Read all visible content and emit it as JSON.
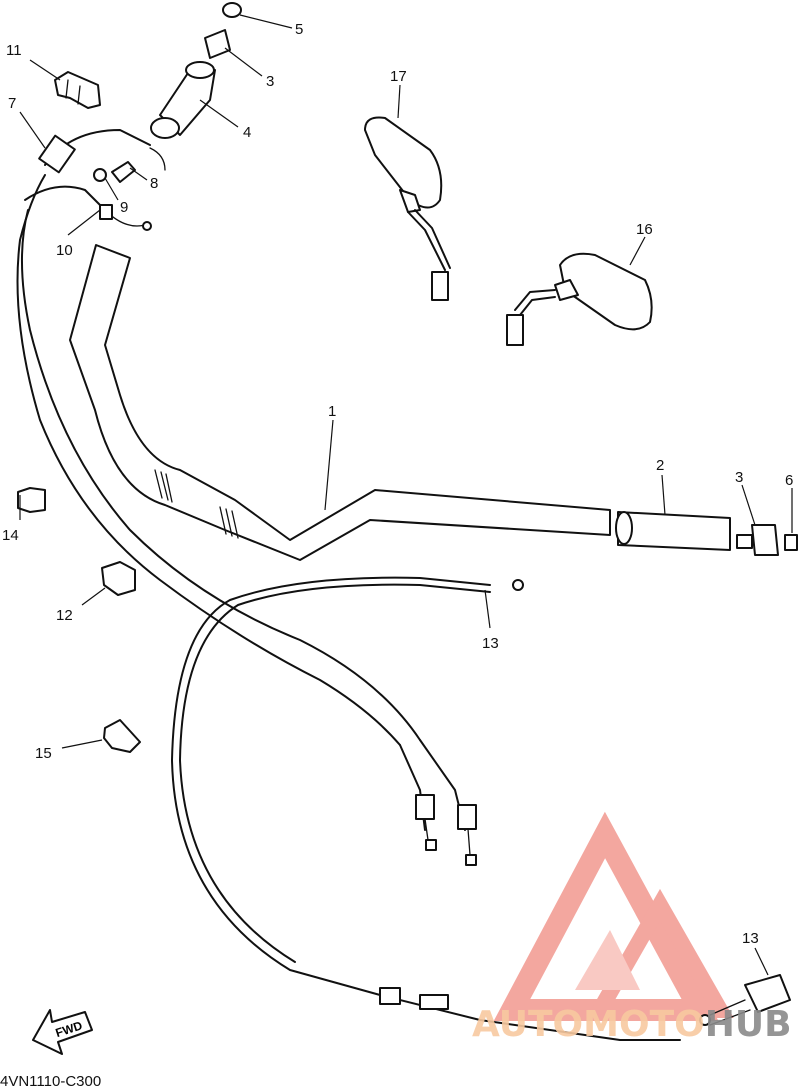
{
  "diagram": {
    "code": "4VN1110-C300",
    "fwd_label": "FWD",
    "callouts": [
      "1",
      "2",
      "3",
      "3",
      "4",
      "5",
      "5",
      "6",
      "7",
      "8",
      "9",
      "10",
      "11",
      "12",
      "13",
      "14",
      "15",
      "16",
      "17"
    ]
  },
  "watermark": {
    "part1": "AUTOMOTO",
    "part2": "HUB",
    "color_primary": "#f4a19a",
    "color_secondary": "#f8c9a0",
    "color_hub": "#888888"
  }
}
